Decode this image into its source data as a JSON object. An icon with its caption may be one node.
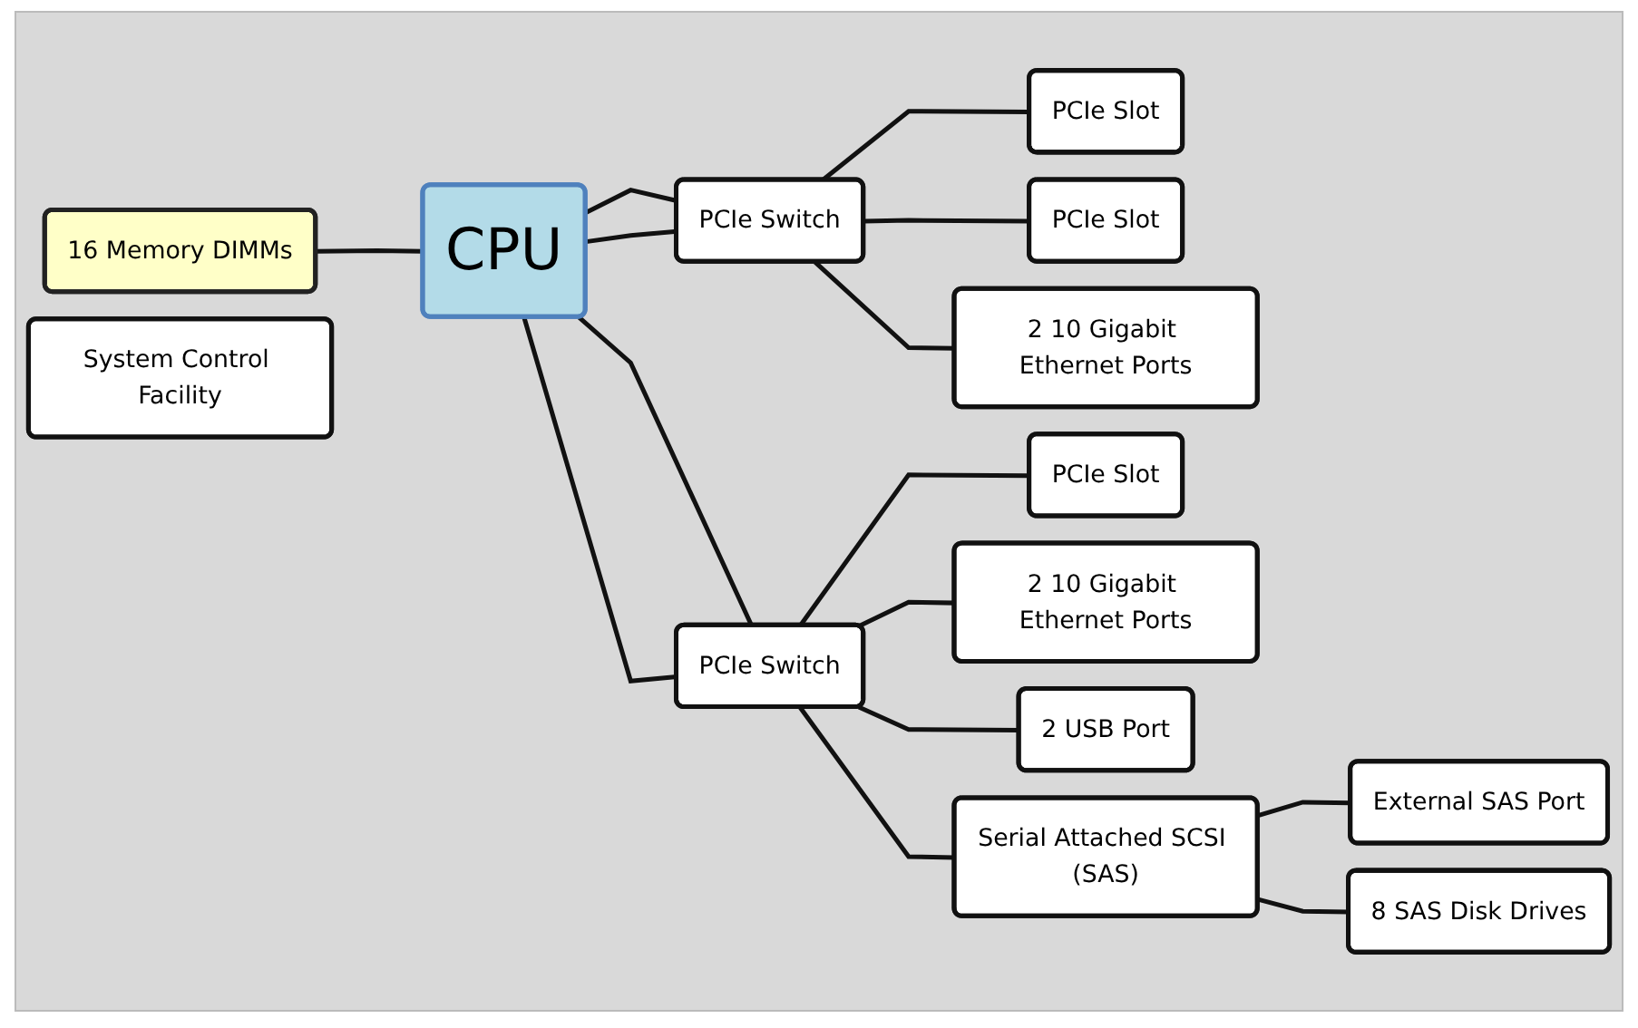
{
  "diagram": {
    "nodes": [
      {
        "text": [
          "16 Memory DIMMs"
        ]
      },
      {
        "text": [
          "CPU"
        ]
      },
      {
        "text": [
          "PCIe Switch"
        ]
      },
      {
        "text": [
          "PCIe Switch"
        ]
      },
      {
        "text": [
          "PCIe Slot"
        ]
      },
      {
        "text": [
          "PCIe Slot"
        ]
      },
      {
        "text": [
          "2 10 Gigabit Ethernet Ports"
        ]
      },
      {
        "text": [
          "PCIe Slot"
        ]
      },
      {
        "text": [
          "2 10 Gigabit Ethernet Ports"
        ]
      },
      {
        "text": [
          "2 USB Port"
        ]
      },
      {
        "text": [
          "Serial Attached SCSI (SAS)"
        ]
      },
      {
        "text": [
          "External SAS Port"
        ]
      },
      {
        "text": [
          "8 SAS Disk Drives"
        ]
      },
      {
        "text": [
          "System Control Facility"
        ]
      }
    ],
    "edges": [
      {
        "from": 0,
        "to": 1,
        "arrow": "none"
      },
      {
        "from": 1,
        "to": 2,
        "arrow": "none"
      },
      {
        "from": 1,
        "to": 2,
        "arrow": "none"
      },
      {
        "from": 1,
        "to": 3,
        "arrow": "none"
      },
      {
        "from": 1,
        "to": 3,
        "arrow": "none"
      },
      {
        "from": 2,
        "to": 4,
        "arrow": "none"
      },
      {
        "from": 2,
        "to": 5,
        "arrow": "none"
      },
      {
        "from": 2,
        "to": 6,
        "arrow": "none"
      },
      {
        "from": 3,
        "to": 7,
        "arrow": "none"
      },
      {
        "from": 3,
        "to": 8,
        "arrow": "none"
      },
      {
        "from": 3,
        "to": 9,
        "arrow": "none"
      },
      {
        "from": 3,
        "to": 10,
        "arrow": "none"
      },
      {
        "from": 10,
        "to": 11,
        "arrow": "none"
      },
      {
        "from": 10,
        "to": 12,
        "arrow": "none"
      }
    ]
  }
}
